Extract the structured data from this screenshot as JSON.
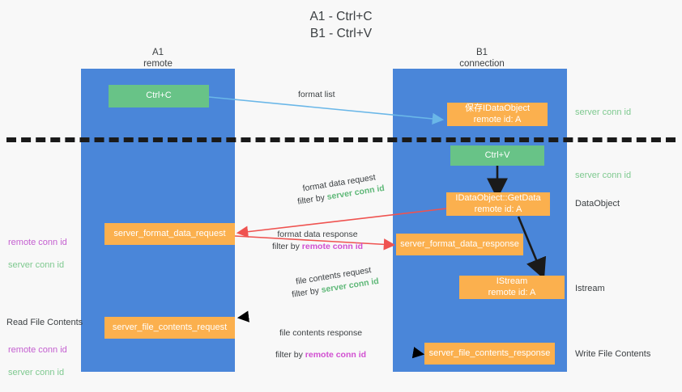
{
  "title": "A1 - Ctrl+C\nB1 - Ctrl+V",
  "colors": {
    "lane": "#4a86d9",
    "green_box": "#68c387",
    "orange_box": "#fbb04e",
    "server_conn_id": "#5fb878",
    "remote_conn_id": "#d14fd1",
    "red_arrow": "#ef5350",
    "magenta_arrow": "#c councils",
    "blue_arrow": "#6ab7e8",
    "black_arrow": "#1a1a1a",
    "background": "#f8f8f8",
    "text": "#3c4043"
  },
  "columns": [
    {
      "id": "a1",
      "title": "A1",
      "subtitle": "remote",
      "header": "A1\nremote"
    },
    {
      "id": "b1",
      "title": "B1",
      "subtitle": "connection",
      "header": "B1\nconnection"
    }
  ],
  "boxes": {
    "ctrl_c": "Ctrl+C",
    "ctrl_v": "Ctrl+V",
    "save_idataobject": "保存IDataObject\nremote id: A",
    "idataobject_getdata": "IDataObject::GetData\nremote id: A",
    "istream": "IStream\nremote id: A",
    "server_format_data_request": "server_format_data_request",
    "server_format_data_response": "server_format_data_response",
    "server_file_contents_request": "server_file_contents_request",
    "server_file_contents_response": "server_file_contents_response"
  },
  "edges": [
    {
      "id": "format-list",
      "label": "format list",
      "filter": "",
      "filter_kind": ""
    },
    {
      "id": "format-data-request",
      "label": "format data request",
      "filter_prefix": "filter by ",
      "filter": "server conn id",
      "filter_kind": "server"
    },
    {
      "id": "format-data-response",
      "label": "format data response",
      "filter_prefix": "filter by ",
      "filter": "remote conn id",
      "filter_kind": "remote"
    },
    {
      "id": "file-contents-request",
      "label": "file contents request",
      "filter_prefix": "filter by ",
      "filter": "server conn id",
      "filter_kind": "server"
    },
    {
      "id": "file-contents-response",
      "label": "file contents response",
      "filter_prefix": "filter by ",
      "filter": "remote conn id",
      "filter_kind": "remote"
    }
  ],
  "right_labels": {
    "server_conn_id_top": "server conn id",
    "server_conn_id_mid": "server conn id",
    "dataobject": "DataObject",
    "istream": "Istream",
    "write_file_contents": "Write File Contents"
  },
  "left_labels": {
    "remote_conn_id_1": "remote conn id",
    "server_conn_id_1": "server conn id",
    "read_file_contents": "Read File Contents",
    "remote_conn_id_2": "remote conn id",
    "server_conn_id_2": "server conn id"
  }
}
